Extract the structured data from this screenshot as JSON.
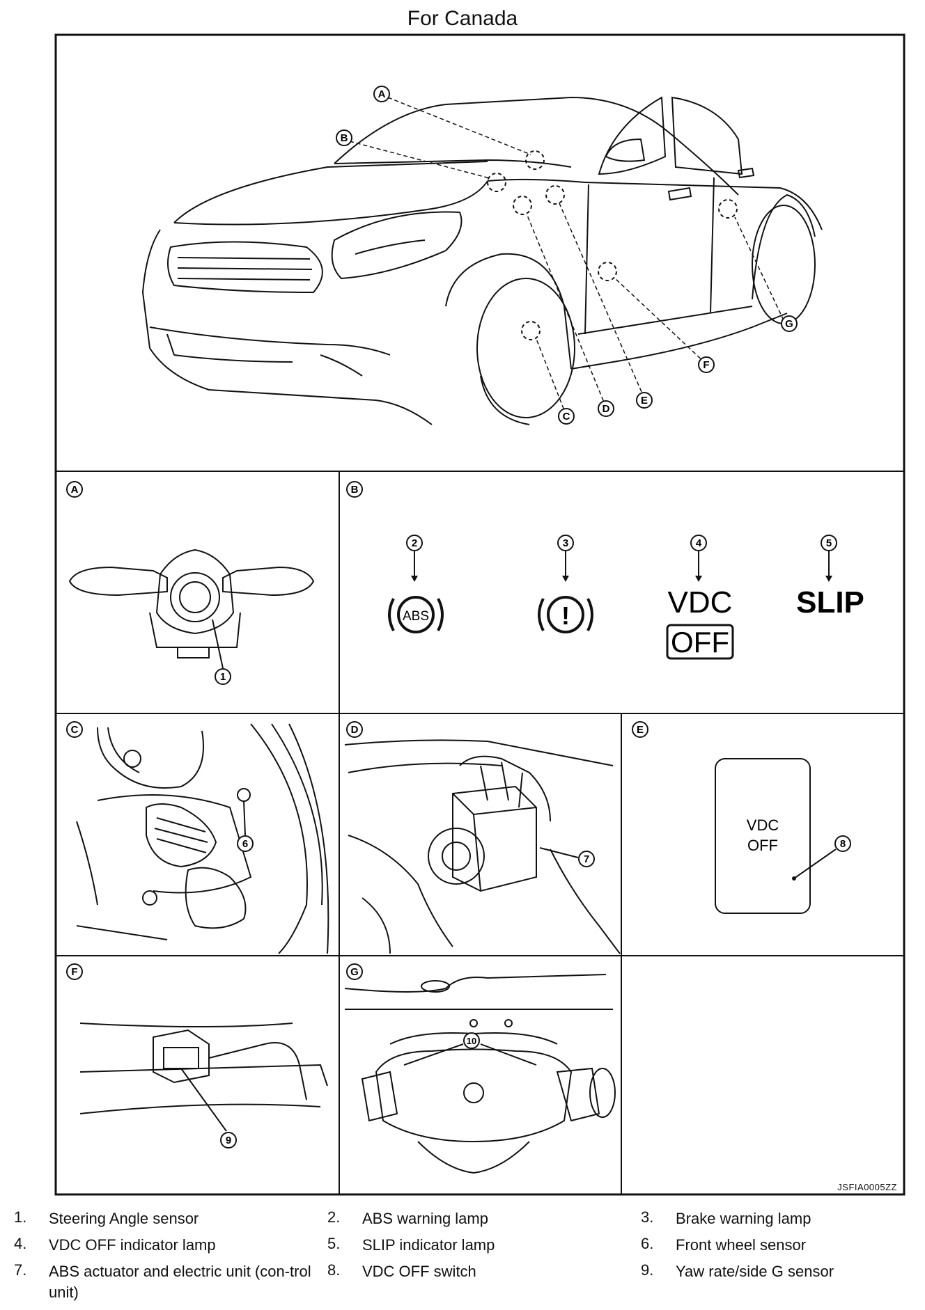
{
  "title": "For Canada",
  "figure_code": "JSFIA0005ZZ",
  "callouts": {
    "A": "A",
    "B": "B",
    "C": "C",
    "D": "D",
    "E": "E",
    "F": "F",
    "G": "G"
  },
  "numbers": {
    "n1": "1",
    "n2": "2",
    "n3": "3",
    "n4": "4",
    "n5": "5",
    "n6": "6",
    "n7": "7",
    "n8": "8",
    "n9": "9",
    "n10": "10"
  },
  "lamps": {
    "abs": "ABS",
    "brake": "!",
    "vdc_top": "VDC",
    "vdc_off": "OFF",
    "slip": "SLIP"
  },
  "switch": {
    "line1": "VDC",
    "line2": "OFF"
  },
  "legend": [
    {
      "num": "1.",
      "text": "Steering Angle sensor"
    },
    {
      "num": "2.",
      "text": "ABS warning lamp"
    },
    {
      "num": "3.",
      "text": "Brake warning lamp"
    },
    {
      "num": "4.",
      "text": "VDC OFF indicator lamp"
    },
    {
      "num": "5.",
      "text": "SLIP indicator lamp"
    },
    {
      "num": "6.",
      "text": "Front wheel sensor"
    },
    {
      "num": "7.",
      "text": "ABS actuator and electric unit (con-trol unit)"
    },
    {
      "num": "8.",
      "text": "VDC OFF switch"
    },
    {
      "num": "9.",
      "text": "Yaw rate/side G sensor"
    }
  ]
}
